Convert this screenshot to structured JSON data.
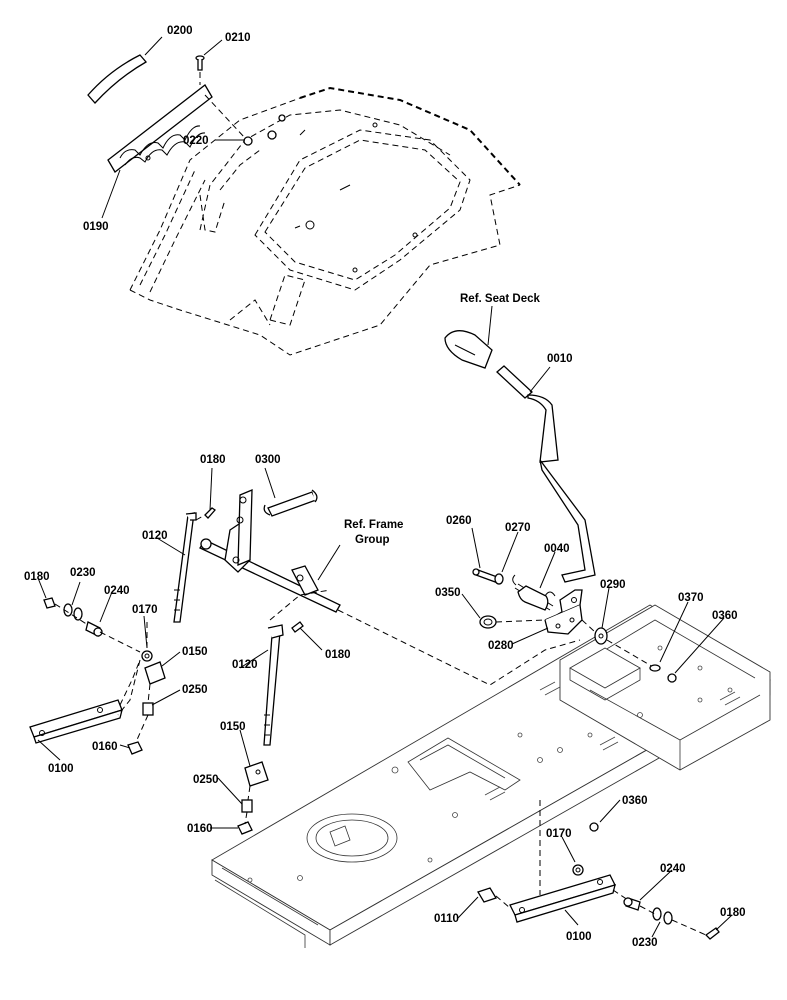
{
  "labels": {
    "l0200": "0200",
    "l0210": "0210",
    "l0220": "0220",
    "l0190": "0190",
    "ref_seat_deck": "Ref. Seat Deck",
    "l0010": "0010",
    "l0180_a": "0180",
    "l0300": "0300",
    "ref_frame_1": "Ref. Frame",
    "ref_frame_2": "Group",
    "l0120_a": "0120",
    "l0180_b": "0180",
    "l0230_a": "0230",
    "l0240_a": "0240",
    "l0170_a": "0170",
    "l0150_a": "0150",
    "l0250_a": "0250",
    "l0160_a": "0160",
    "l0100_a": "0100",
    "l0260": "0260",
    "l0270": "0270",
    "l0040": "0040",
    "l0350": "0350",
    "l0280": "0280",
    "l0290": "0290",
    "l0370": "0370",
    "l0360_a": "0360",
    "l0180_c": "0180",
    "l0120_b": "0120",
    "l0150_b": "0150",
    "l0250_b": "0250",
    "l0160_b": "0160",
    "l0360_b": "0360",
    "l0170_b": "0170",
    "l0240_b": "0240",
    "l0110": "0110",
    "l0100_b": "0100",
    "l0230_b": "0230",
    "l0180_d": "0180"
  }
}
